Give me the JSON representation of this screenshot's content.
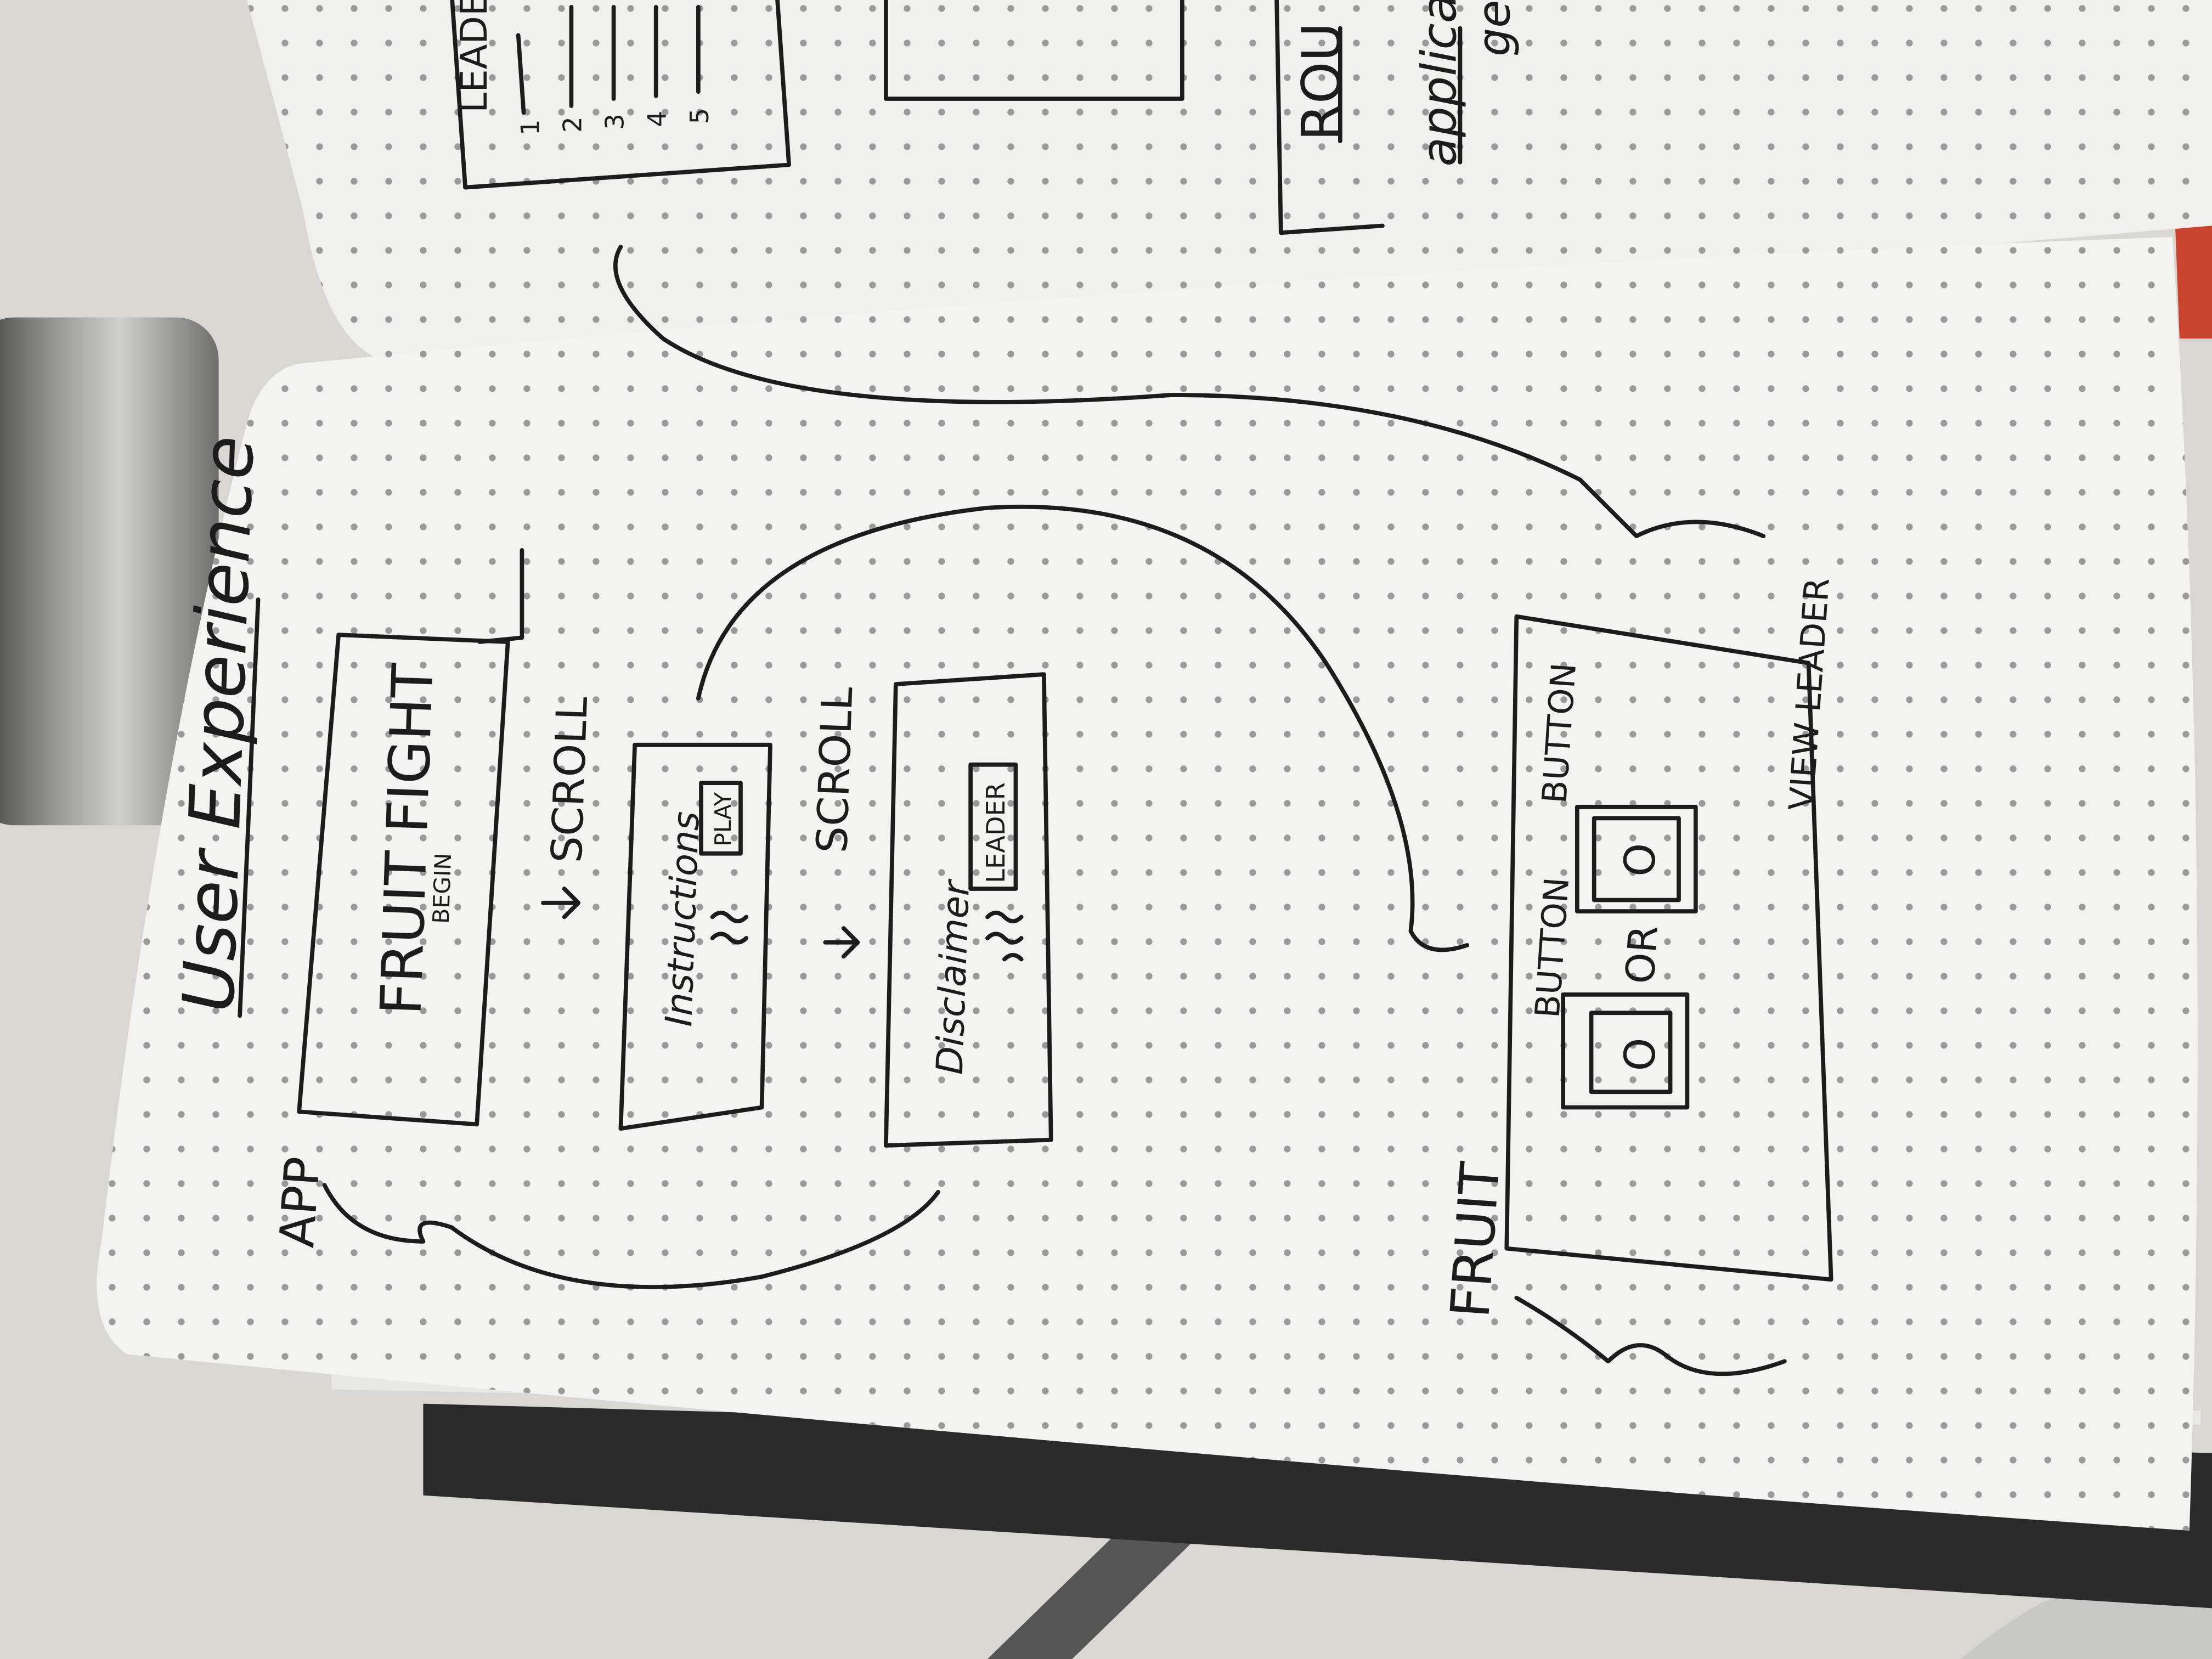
{
  "sketch": {
    "heading": "User Experience",
    "app_label": "APP",
    "title_screen": {
      "title": "FRUIT FIGHT",
      "button": "BEGIN"
    },
    "scroll_1": "SCROLL",
    "instructions_screen": {
      "label": "Instructions",
      "button": "PLAY"
    },
    "scroll_2": "SCROLL",
    "disclaimer_screen": {
      "label": "Disclaimer",
      "button": "LEADER"
    },
    "fruit_label": "FRUIT",
    "game_screen": {
      "left_button_label": "BUTTON",
      "right_button_label": "BUTTON",
      "or_label": "OR",
      "left_button_glyph": "O",
      "right_button_glyph": "O",
      "view_leader": "VIEW LEADER"
    }
  },
  "facing_page": {
    "leader_title": "LEADE",
    "rank_numbers": [
      "1",
      "2",
      "3",
      "4",
      "5"
    ],
    "route_label": "ROU",
    "applicat_text": "applicat",
    "partial_text": "ge"
  },
  "colors": {
    "background": "#d9d7d2",
    "paper": "#f3f3f1",
    "dot": "#9a9a9a",
    "ink": "#1c1c1c",
    "page_edge_red": "#c9442e",
    "cover": "#2a2a2a"
  }
}
